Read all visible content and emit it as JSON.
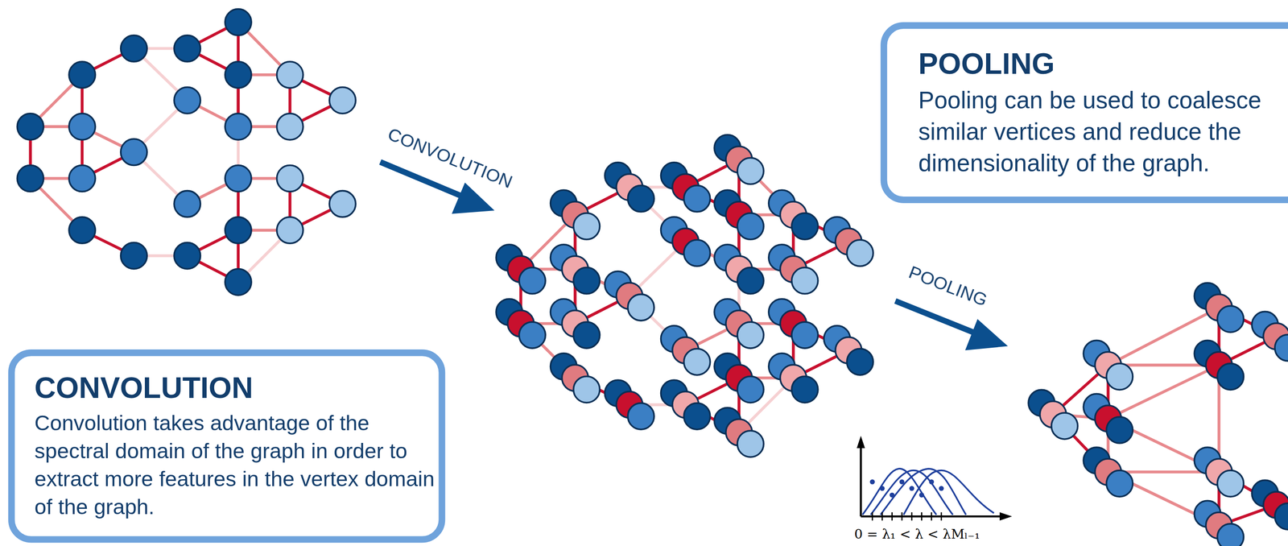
{
  "diagram": {
    "nodes": [
      {
        "text": [
          "POOLING",
          "Pooling can be used to coalesce similar vertices and reduce the dimensionality of the graph."
        ]
      },
      {
        "text": [
          "CONVOLUTION",
          "Convolution takes advantage of the spectral domain of the graph in order to extract more features in the vertex domain of the graph."
        ]
      }
    ],
    "edges": [],
    "labels": [
      "CONVOLUTION",
      "POOLING",
      "0 = λ₁ < λ < λMₗ₋₁"
    ]
  }
}
